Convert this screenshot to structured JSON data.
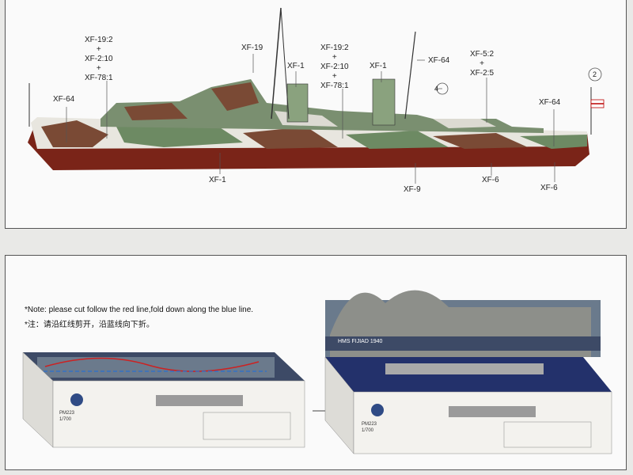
{
  "callouts": {
    "c1": [
      "XF-19:2",
      "+",
      "XF-2:10",
      "+",
      "XF-78:1"
    ],
    "c2": [
      "XF-19"
    ],
    "c3": [
      "XF-1"
    ],
    "c4": [
      "XF-19:2",
      "+",
      "XF-2:10",
      "+",
      "XF-78:1"
    ],
    "c5": [
      "XF-1"
    ],
    "c6": [
      "XF-64"
    ],
    "c7": [
      "XF-5:2",
      "+",
      "XF-2:5"
    ],
    "c8": [
      "XF-64"
    ],
    "c9": [
      "XF-64"
    ],
    "c10": [
      "XF-1"
    ],
    "c11": [
      "XF-9"
    ],
    "c12": [
      "XF-6"
    ],
    "c13": [
      "XF-6"
    ]
  },
  "markers": {
    "m2": "2",
    "m4": "4"
  },
  "notes": {
    "en": "*Note: please cut follow the red line,fold down along the blue line.",
    "zh": "*注：请沿红线剪开，沿蓝线向下折。"
  },
  "box": {
    "title": "HMS FIJIAD 1940",
    "scale": "1/700",
    "code": "PM223"
  }
}
